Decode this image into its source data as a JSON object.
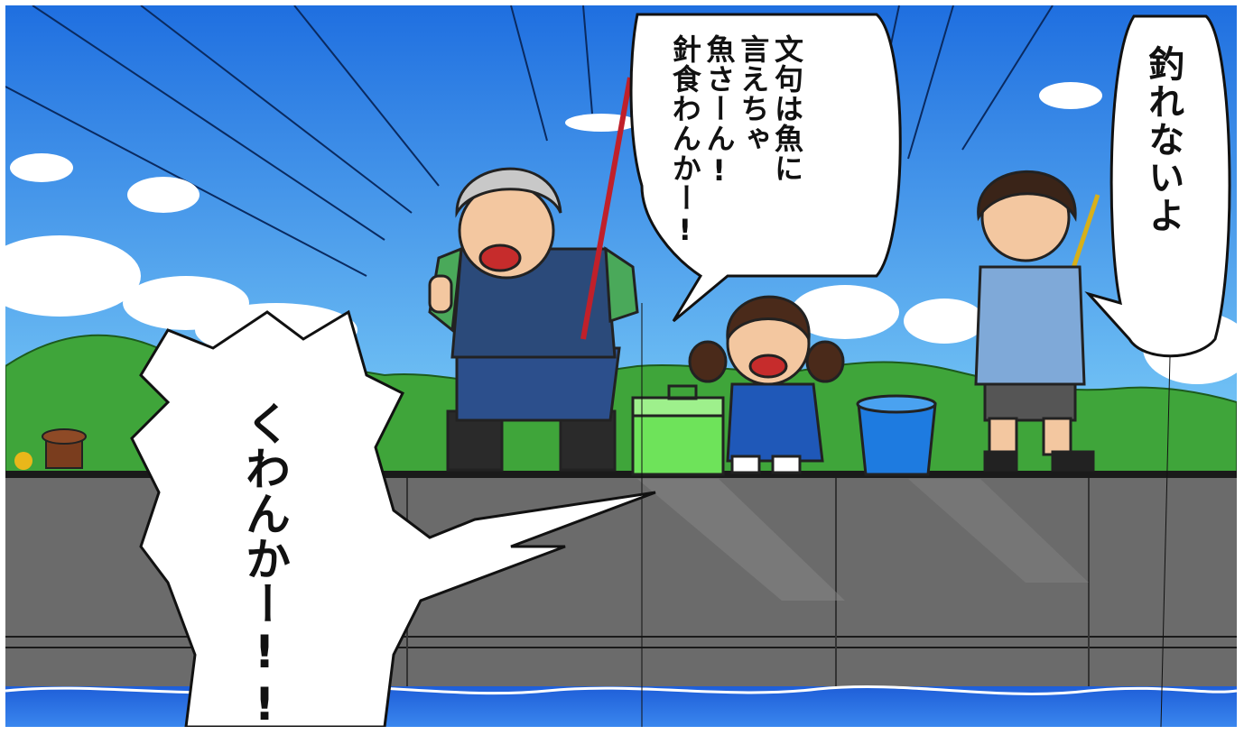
{
  "bubbles": {
    "grandpa_shout": "文句は魚に\n言えちゃ\n魚さーん!\n針食わんかー!",
    "boy_reply": "釣れないよ",
    "big_shout": "くわんかー!!"
  },
  "colors": {
    "sky_top": "#1f6fe0",
    "sky_bottom": "#6fc8f7",
    "mountain": "#3fa53a",
    "seawall": "#6b6b6b",
    "sea": "#2a6fe0"
  }
}
